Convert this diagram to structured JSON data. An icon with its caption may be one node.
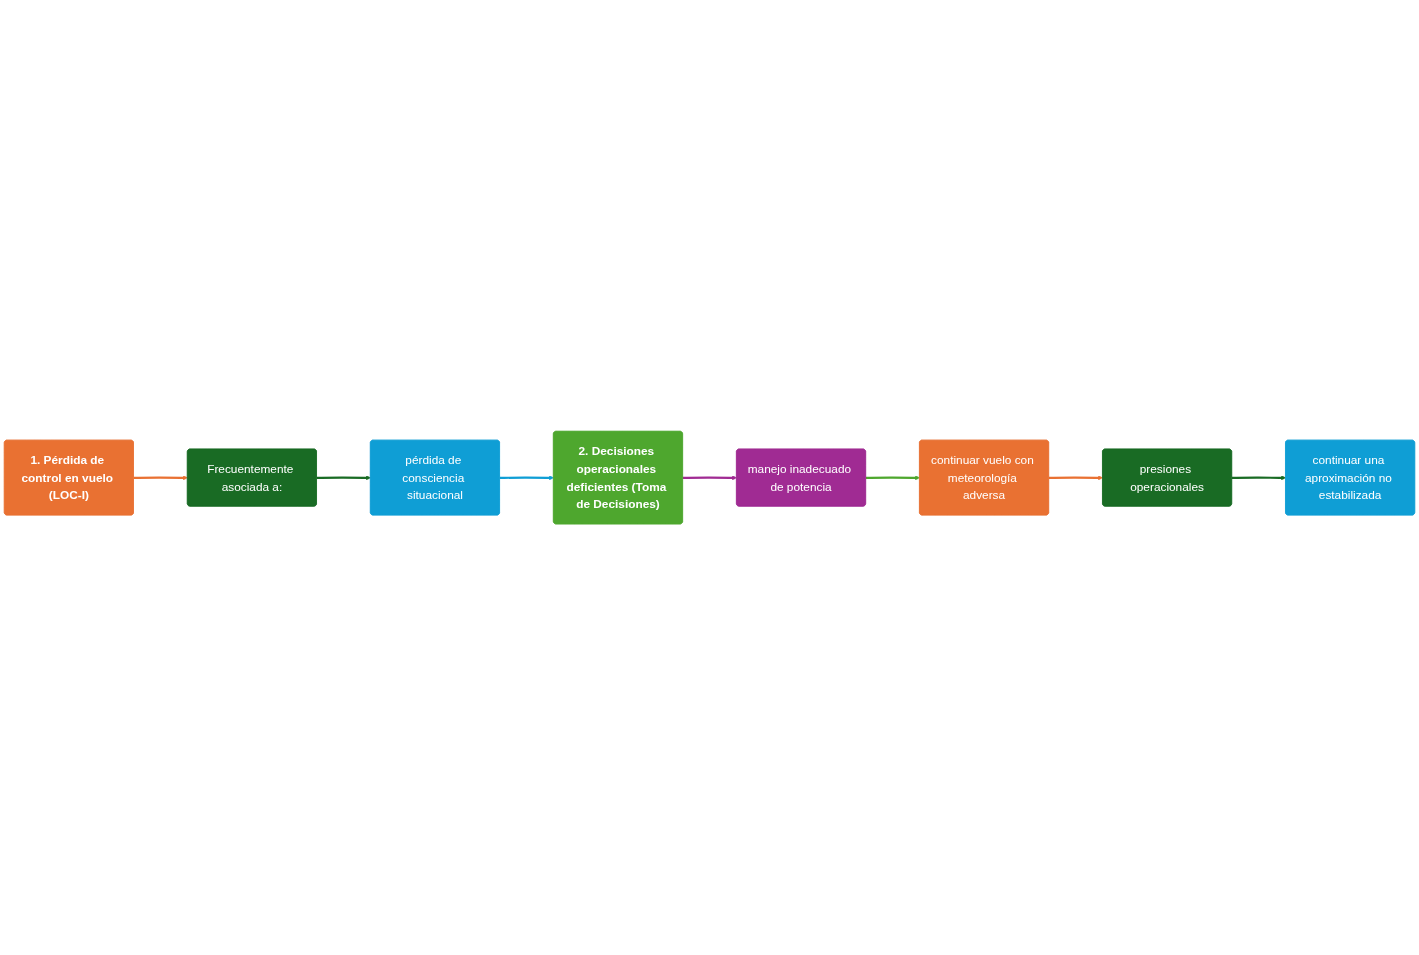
{
  "diagram": {
    "nodes": [
      {
        "text": [
          "1. Pérdida de control en vuelo (LOC-I)"
        ]
      },
      {
        "text": [
          "Frecuentemente asociada a:"
        ]
      },
      {
        "text": [
          "pérdida de consciencia situacional"
        ]
      },
      {
        "text": [
          "2. Decisiones operacionales deficientes (Toma de Decisiones)"
        ]
      },
      {
        "text": [
          "manejo inadecuado de potencia"
        ]
      },
      {
        "text": [
          "continuar vuelo con meteorología adversa"
        ]
      },
      {
        "text": [
          "presiones operacionales"
        ]
      },
      {
        "text": [
          "continuar una aproximación no estabilizada"
        ]
      }
    ],
    "edges": [
      {
        "from": 0,
        "to": 1,
        "arrow": "to",
        "color": "#e97132"
      },
      {
        "from": 1,
        "to": 2,
        "arrow": "to",
        "color": "#196b24"
      },
      {
        "from": 2,
        "to": 3,
        "arrow": "to",
        "color": "#0f9ed5"
      },
      {
        "from": 3,
        "to": 4,
        "arrow": "to",
        "color": "#a02b93"
      },
      {
        "from": 4,
        "to": 5,
        "arrow": "to",
        "color": "#4ea72e"
      },
      {
        "from": 5,
        "to": 6,
        "arrow": "to",
        "color": "#e97132"
      },
      {
        "from": 6,
        "to": 7,
        "arrow": "to",
        "color": "#196b24"
      }
    ]
  }
}
